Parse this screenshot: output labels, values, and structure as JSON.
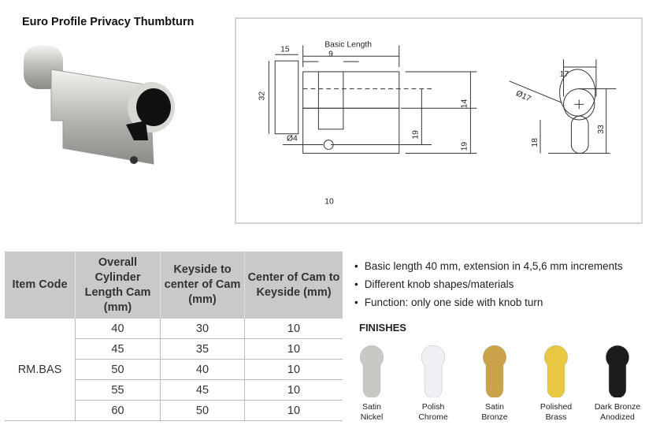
{
  "title": "Euro Profile Privacy Thumbturn",
  "drawing": {
    "basic_length": "Basic Length",
    "d15": "15",
    "d9": "9",
    "d32": "32",
    "d14": "14",
    "d19a": "19",
    "d19b": "19",
    "d4": "Ø4",
    "d10": "10",
    "d17": "17",
    "dia17": "Ø17",
    "d18": "18",
    "d33": "33"
  },
  "table": {
    "headers": [
      "Item Code",
      "Overall Cylinder Length Cam (mm)",
      "Keyside to center of Cam (mm)",
      "Center of Cam to Keyside (mm)"
    ],
    "item_code": "RM.BAS",
    "rows": [
      [
        "40",
        "30",
        "10"
      ],
      [
        "45",
        "35",
        "10"
      ],
      [
        "50",
        "40",
        "10"
      ],
      [
        "55",
        "45",
        "10"
      ],
      [
        "60",
        "50",
        "10"
      ]
    ]
  },
  "bullets": [
    "Basic length 40 mm, extension in 4,5,6 mm increments",
    "Different knob shapes/materials",
    "Function: only one side with knob turn"
  ],
  "finishes_title": "FINISHES",
  "finishes": [
    {
      "line1": "Satin",
      "line2": "Nickel",
      "color": "#c8c8c4"
    },
    {
      "line1": "Polish",
      "line2": "Chrome",
      "color": "#eef0f4"
    },
    {
      "line1": "Satin",
      "line2": "Bronze",
      "color": "#c9a24a"
    },
    {
      "line1": "Polished",
      "line2": "Brass",
      "color": "#e8c840"
    },
    {
      "line1": "Dark Bronze",
      "line2": "Anodized",
      "color": "#1c1c1c"
    }
  ]
}
